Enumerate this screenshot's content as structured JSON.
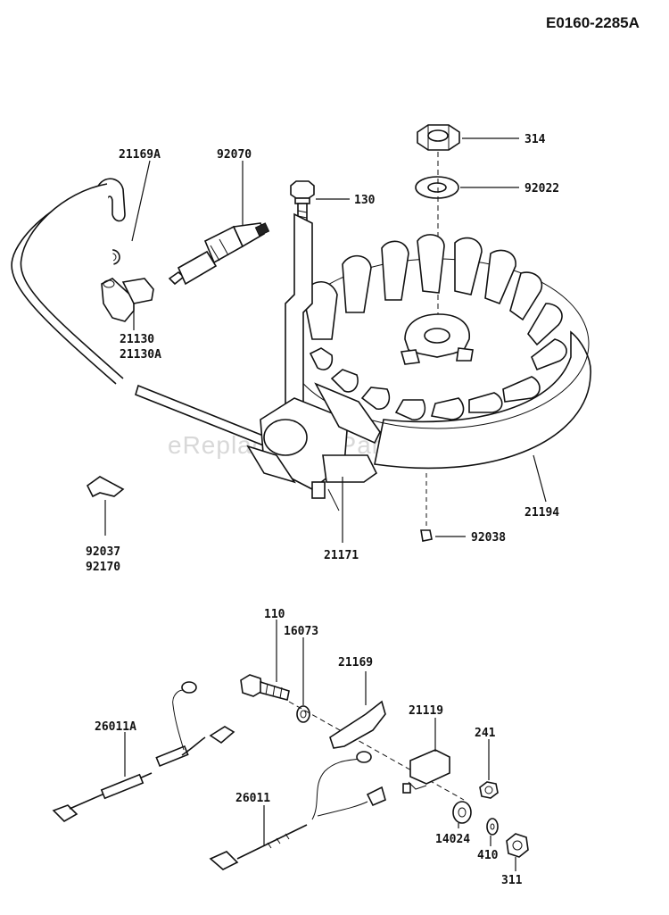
{
  "diagram": {
    "code": "E0160-2285A",
    "watermark": "eReplacementParts.com",
    "labels": {
      "p314": "314",
      "p92022": "92022",
      "p130": "130",
      "p21169A": "21169A",
      "p92070": "92070",
      "p21130": "21130",
      "p21130A": "21130A",
      "p21194": "21194",
      "p92038": "92038",
      "p21171": "21171",
      "p92037": "92037",
      "p92170": "92170",
      "p110": "110",
      "p16073": "16073",
      "p21169": "21169",
      "p21119": "21119",
      "p241": "241",
      "p26011A": "26011A",
      "p26011": "26011",
      "p14024": "14024",
      "p410": "410",
      "p311": "311"
    }
  }
}
